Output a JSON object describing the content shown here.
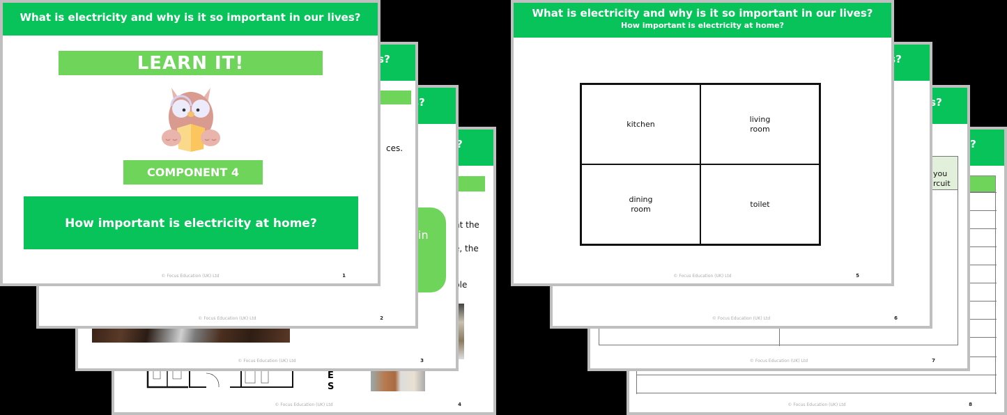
{
  "common": {
    "header_title": "What is electricity and why is it so important in our lives?",
    "header_edge_fragment": "es?",
    "footer": "© Focus Education (UK) Ltd"
  },
  "left_fan": {
    "slide1": {
      "page": "1",
      "learn_label": "LEARN IT!",
      "mascot_icon": "owl-reading-book",
      "component_label": "COMPONENT 4",
      "question": "How important is electricity at home?"
    },
    "slide2": {
      "page": "2",
      "text_fragment": "ces."
    },
    "slide3": {
      "page": "3",
      "bubble_fragment": "in",
      "image": "wooden-floor-photo"
    },
    "slide4": {
      "page": "4",
      "text_lines": [
        "nt the",
        "e, the",
        "ple"
      ],
      "letters": [
        "E",
        "S"
      ],
      "images": [
        "floor-plan-drawing",
        "3d-floor-plan",
        "room-photo"
      ]
    }
  },
  "right_fan": {
    "slide5": {
      "page": "5",
      "subtitle": "How important is electricity at home?",
      "rooms": [
        "kitchen",
        "living\nroom",
        "dining\nroom",
        "toilet"
      ]
    },
    "slide6": {
      "page": "6"
    },
    "slide7": {
      "page": "7",
      "box_text": "you\nrcuit"
    },
    "slide8": {
      "page": "8"
    }
  },
  "colors": {
    "header_green": "#08c25a",
    "light_green": "#6fd45a",
    "pale_green": "#e2efda",
    "border_grey": "#bfbfbf",
    "background": "#000000"
  }
}
